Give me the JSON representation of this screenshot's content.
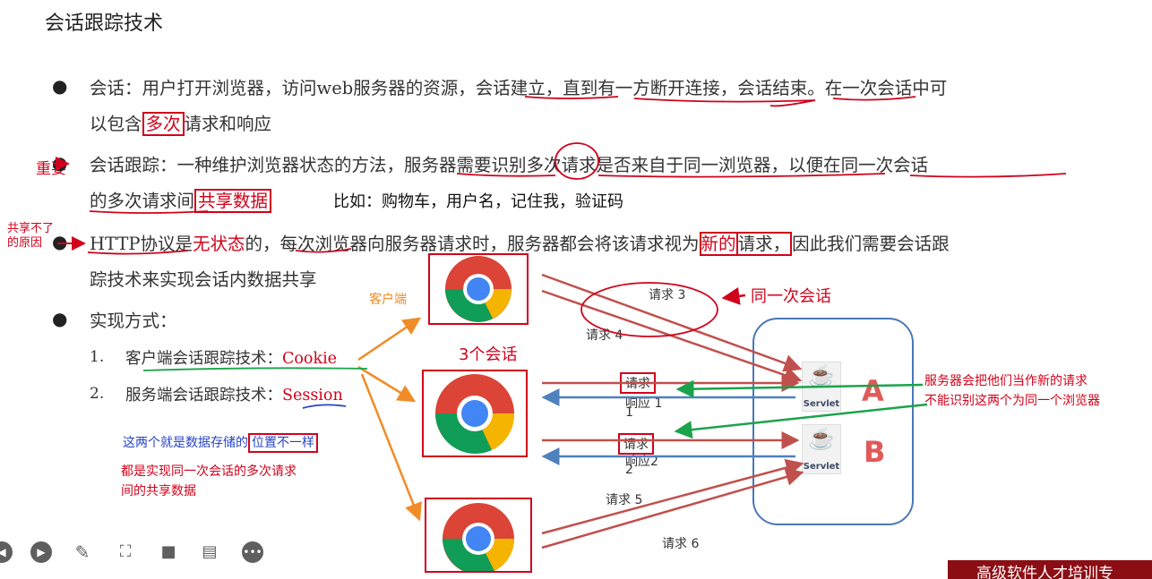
{
  "title": "会话跟踪技术",
  "bullets": {
    "b1_line1_a": "会话：用户打开浏览器，访问web服务器的资源，",
    "b1_line1_b": "会话建立，",
    "b1_line1_c": "直到有一方断开连接，",
    "b1_line1_d": "会话结束",
    "b1_line1_e": "。在一次会话中可",
    "b1_line2_a": "以包含",
    "b1_line2_b": "多次",
    "b1_line2_c": "请求和响应",
    "b2_line1_a": "会话跟踪：一种维护浏览器状态的方法，",
    "b2_line1_b": "服务器需要",
    "b2_line1_c": "识别",
    "b2_line1_d": "多次请求是否来自于同一浏览器，",
    "b2_line1_e": "以便在同一次会话",
    "b2_line2_a": "的多次请求间",
    "b2_line2_b": "共享数据",
    "b2_line2_c": "比如：购物车，用户名，记住我，验证码",
    "b3_line1_a": "HTTP协议是",
    "b3_line1_b": "无状态",
    "b3_line1_c": "的，每次浏览器向服务器请求时，服务器都会将该请求视为",
    "b3_line1_d": "新的",
    "b3_line1_e": "请求，",
    "b3_line1_f": "因此我们需要会话跟",
    "b3_line2": "踪技术来实现会话内数据共享",
    "b4": "实现方式：",
    "sub1_num": "1.",
    "sub1_a": "客户端会话跟踪技术：",
    "sub1_b": "Cookie",
    "sub2_num": "2.",
    "sub2_a": "服务端会话跟踪技术：",
    "sub2_b": "Session"
  },
  "annotations": {
    "important": "重要",
    "share_reason_1": "共享不了",
    "share_reason_2": "的原因",
    "client": "客户端",
    "three_sessions": "3个会话",
    "same_session": "同一次会话",
    "storage_diff_a": "这两个就是数据存储的",
    "storage_diff_b": "位置不一样",
    "purpose_1": "都是实现同一次会话的多次请求",
    "purpose_2": "间的共享数据",
    "server_note_1": "服务器会把他们当作新的请求",
    "server_note_2": "不能识别这两个为同一个浏览器",
    "server_a": "A",
    "server_b": "B"
  },
  "diagram": {
    "req3": "请求 3",
    "req4": "请求 4",
    "req1": "请求",
    "resp1": "响应 1",
    "resp1_sub": "1",
    "req2": "请求",
    "resp2": "响应2",
    "resp2_sub": "2",
    "req5": "请求 5",
    "req6": "请求 6",
    "servlet_label": "Servlet"
  },
  "footer": "高级软件人才培训专",
  "toolbar": [
    "prev-icon",
    "play-icon",
    "pen-icon",
    "screenshot-icon",
    "camera-icon",
    "comment-icon",
    "more-icon"
  ],
  "colors": {
    "red": "#d0021b",
    "blue": "#2944c4",
    "orange": "#f08c27",
    "green": "#1aa34a",
    "server_blue": "#4a78b8",
    "arrow_red": "#c0504d",
    "arrow_blue": "#4f81bd"
  }
}
